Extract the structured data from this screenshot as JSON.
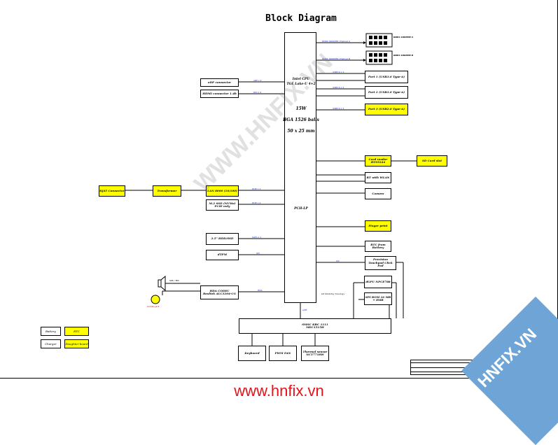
{
  "title": "Block Diagram",
  "cpu": {
    "name_line1": "Intel CPU",
    "name_line2": "TGL Lake-U 4+2",
    "power": "15W",
    "package": "BGA 1526 balls",
    "size": "50 x 25 mm",
    "pch": "PCH-LP"
  },
  "memory": [
    {
      "label": "DDR4 SODIMM A",
      "signal": "DDR4 3200MHz Channel A"
    },
    {
      "label": "DDR4 SODIMM B",
      "signal": "DDR4 3200MHz Channel B"
    }
  ],
  "left_blocks": {
    "edp": "eDP connector",
    "hdmi": "HDMI connector 1.4b",
    "rj45": "RJ45 Connector",
    "transformer": "Transformer",
    "lan": "LAN 8000 (10/100)",
    "ssd": "M.2 SSD (NVMe) PCIE only",
    "hdd": "2.5\" HDD/SSD",
    "tpm": "dTPM",
    "codec_line1": "HDA CODEC",
    "codec_line2": "Realtek ALC3204-CG",
    "spk": "SPK / MIC",
    "jack": "Combo Jack"
  },
  "right_blocks": {
    "usb1": "Port 1 (USB3.0 Type-A)",
    "usb2": "Port 2 (USB3.0 Type-A)",
    "usb3": "Port 3 (USB2.0 Type-A)",
    "card": "Card reader RTS5244",
    "sd": "SD Card slot",
    "bt": "BT with WLAN",
    "camera": "Camera",
    "finger": "Finger print",
    "rtc": "RTC from Battery",
    "touchpad": "Precision Touchpad Click Pad",
    "gpu": "dGPU NPCE788",
    "spirom": "SPI ROM 16 MB + 8MB",
    "g3": "G3 Shutting Topology"
  },
  "bottom_blocks": {
    "ec_line1": "SMSC KBC 1111",
    "ec_line2": "MEC1515H",
    "keyboard": "Keyboard",
    "fan": "PWM FAN",
    "thermal": "Thermal sensor NCT7718W"
  },
  "legend": {
    "battery": "Battery",
    "rtc": "RTC",
    "charger": "Charger",
    "daughter": "Daughter board"
  },
  "signals": {
    "edp": "eDP x 4",
    "hdmi": "DDI x 4",
    "pcie_lan": "PCIE x 1",
    "pcie_ssd": "PCIE x 4",
    "sata": "SATA x 1",
    "spi": "SPI",
    "hda": "HDA",
    "usb3": "USB3.0 x 1",
    "usb2": "USB2.0 x 1",
    "i2c": "I2C",
    "espi": "eSPI"
  },
  "watermark": "WWW.HNFIX.VN",
  "badge": "HNFIX.VN",
  "footer": "www.hnfix.vn",
  "colors": {
    "highlight": "#ffff00",
    "signal": "#1b2fd0",
    "footer": "#e3141b",
    "badge": "#6fa5d6"
  }
}
